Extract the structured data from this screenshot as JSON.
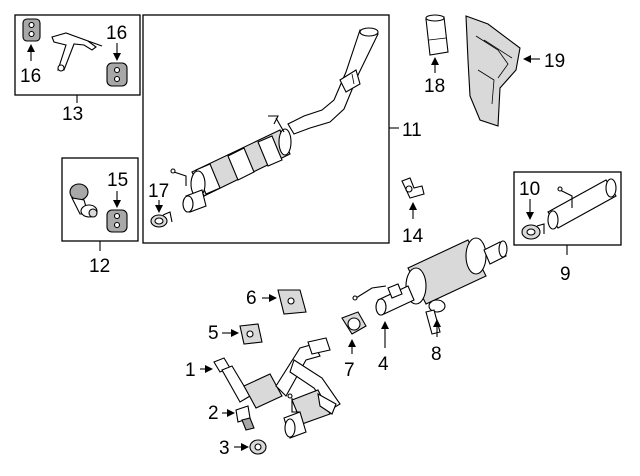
{
  "callouts": {
    "c1": "1",
    "c2": "2",
    "c3": "3",
    "c4": "4",
    "c5": "5",
    "c6": "6",
    "c7": "7",
    "c8": "8",
    "c9": "9",
    "c10": "10",
    "c11": "11",
    "c12": "12",
    "c13": "13",
    "c14": "14",
    "c15": "15",
    "c16a": "16",
    "c16b": "16",
    "c17": "17",
    "c18": "18",
    "c19": "19"
  }
}
